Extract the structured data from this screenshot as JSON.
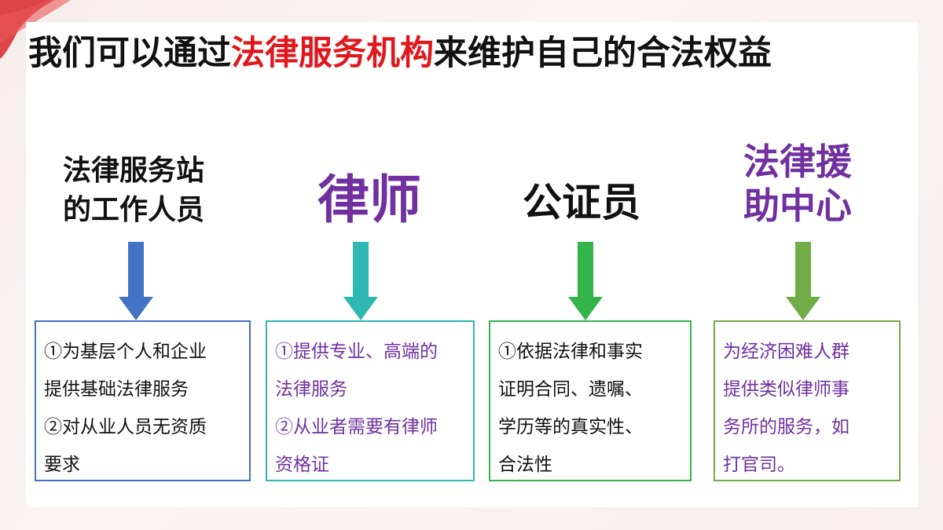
{
  "title": {
    "prefix": "我们可以通过",
    "highlight": "法律服务机构",
    "suffix": "来维护自己的合法权益",
    "highlight_color": "#e0181e"
  },
  "columns": [
    {
      "heading_lines": [
        "法律服务站",
        "的工作人员"
      ],
      "arrow_color": "#4472c4",
      "box_lines": [
        "①为基层个人和企业",
        "提供基础法律服务",
        "②对从业人员无资质",
        "要求"
      ]
    },
    {
      "heading_lines": [
        "律师"
      ],
      "arrow_color": "#2fb8b1",
      "box_lines": [
        "①提供专业、高端的",
        "法律服务",
        "②从业者需要有律师",
        "资格证"
      ]
    },
    {
      "heading_lines": [
        "公证员"
      ],
      "arrow_color": "#33b44a",
      "box_lines": [
        "①依据法律和事实",
        "证明合同、遗嘱、",
        "学历等的真实性、",
        "合法性"
      ]
    },
    {
      "heading_lines": [
        "法律援",
        "助中心"
      ],
      "arrow_color": "#70ad47",
      "box_lines": [
        "为经济困难人群",
        "提供类似律师事",
        "务所的服务，如",
        "打官司。"
      ]
    }
  ]
}
